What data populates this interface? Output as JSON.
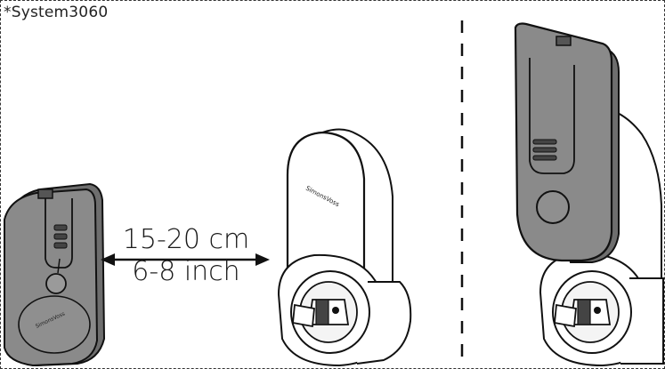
{
  "header": {
    "system_label": "*System3060"
  },
  "distance": {
    "metric": "15-20 cm",
    "imperial": "6-8 inch"
  },
  "devices": {
    "brand_text": "SimonsVoss"
  },
  "colors": {
    "outline": "#111111",
    "body_gray": "#8a8a8a",
    "body_gray_dark": "#6e6e6e",
    "dashed_divider": "#111111"
  }
}
